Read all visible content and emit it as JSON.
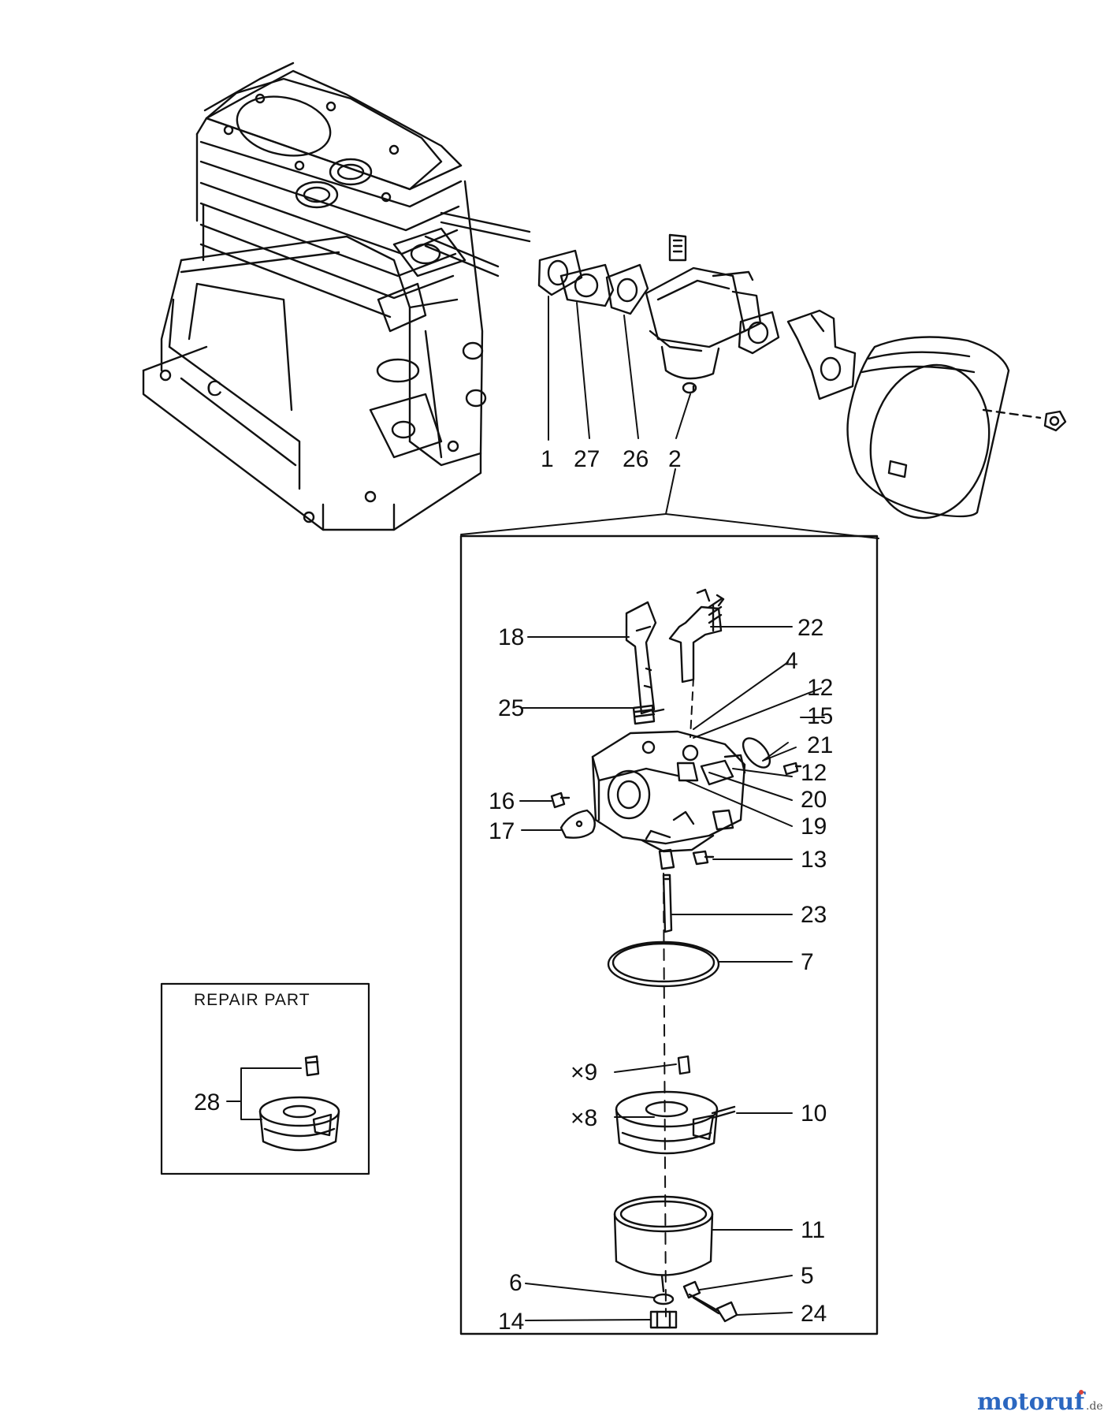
{
  "colors": {
    "ink": "#111111",
    "watermark_primary": "#2b67c0",
    "watermark_accent": "#d9413a"
  },
  "repair_box": {
    "title": "REPAIR PART"
  },
  "callouts": {
    "p1": "1",
    "p27": "27",
    "p26": "26",
    "p2": "2",
    "p18": "18",
    "p22": "22",
    "p4": "4",
    "p12a": "12",
    "p15": "15",
    "p25": "25",
    "p21": "21",
    "p12b": "12",
    "p20": "20",
    "p19": "19",
    "p16": "16",
    "p17": "17",
    "p13": "13",
    "p23": "23",
    "p7": "7",
    "p9": "×9",
    "p8": "×8",
    "p10": "10",
    "p11": "11",
    "p6": "6",
    "p5": "5",
    "p14": "14",
    "p24": "24",
    "p28": "28"
  },
  "watermark": {
    "brand": "motoruf",
    "suffix": ".de"
  }
}
